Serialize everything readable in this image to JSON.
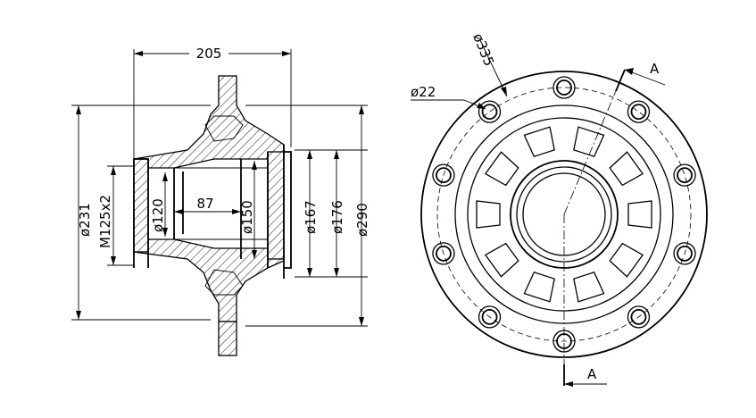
{
  "side_view": {
    "width_dim": "205",
    "dim_231": "ø231",
    "dim_m125": "M125x2",
    "dim_120": "ø120",
    "dim_87": "87",
    "dim_150": "ø150",
    "dim_167": "ø167",
    "dim_176": "ø176",
    "dim_290": "ø290"
  },
  "front_view": {
    "bolt_circle_dim": "ø335",
    "hole_dim": "ø22",
    "section_label_top": "A",
    "section_label_bottom": "A",
    "bolt_hole_count": 10,
    "vent_slot_count": 10
  }
}
